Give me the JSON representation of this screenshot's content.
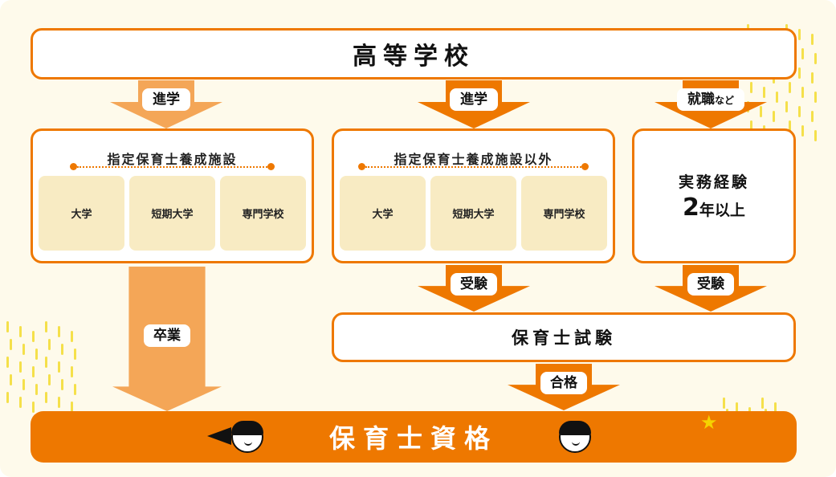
{
  "top_box": {
    "label": "高等学校"
  },
  "arrows": {
    "advance_left": "進学",
    "advance_middle": "進学",
    "employment_main": "就職",
    "employment_suffix": "など",
    "graduate": "卒業",
    "exam_middle": "受験",
    "exam_right": "受験",
    "pass": "合格"
  },
  "designated": {
    "title": "指定保育士養成施設",
    "schools": [
      "大学",
      "短期大学",
      "専門学校"
    ]
  },
  "non_designated": {
    "title": "指定保育士養成施設以外",
    "schools": [
      "大学",
      "短期大学",
      "専門学校"
    ]
  },
  "experience": {
    "line1": "実務経験",
    "years": "2",
    "line2_suffix": "年以上"
  },
  "exam_box": {
    "label": "保育士試験"
  },
  "qualification": {
    "label": "保育士資格"
  },
  "colors": {
    "orange": "#ee7800",
    "light_orange": "#f4a657",
    "cell": "#f8ebc3",
    "background": "#fefaeb"
  }
}
